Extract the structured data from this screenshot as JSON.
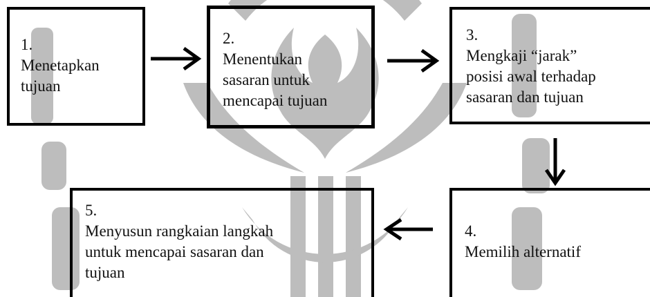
{
  "diagram": {
    "steps": [
      {
        "number": "1.",
        "lines": [
          "Menetapkan",
          "tujuan"
        ]
      },
      {
        "number": "2.",
        "lines": [
          "Menentukan",
          "sasaran untuk",
          "mencapai tujuan"
        ]
      },
      {
        "number": "3.",
        "lines": [
          "Mengkaji “jarak”",
          "posisi awal terhadap",
          "sasaran dan tujuan"
        ]
      },
      {
        "number": "4.",
        "lines": [
          "Memilih alternatif"
        ]
      },
      {
        "number": "5.",
        "lines": [
          "Menyusun rangkaian langkah",
          "untuk mencapai sasaran dan",
          "tujuan"
        ]
      }
    ],
    "connections": [
      {
        "from": "1.",
        "to": "2."
      },
      {
        "from": "2.",
        "to": "3."
      },
      {
        "from": "3.",
        "to": "4."
      },
      {
        "from": "4.",
        "to": "5."
      }
    ]
  },
  "colors": {
    "border": "#000000",
    "text": "#111111",
    "watermark": "#bdbdbd",
    "background": "#ffffff"
  }
}
